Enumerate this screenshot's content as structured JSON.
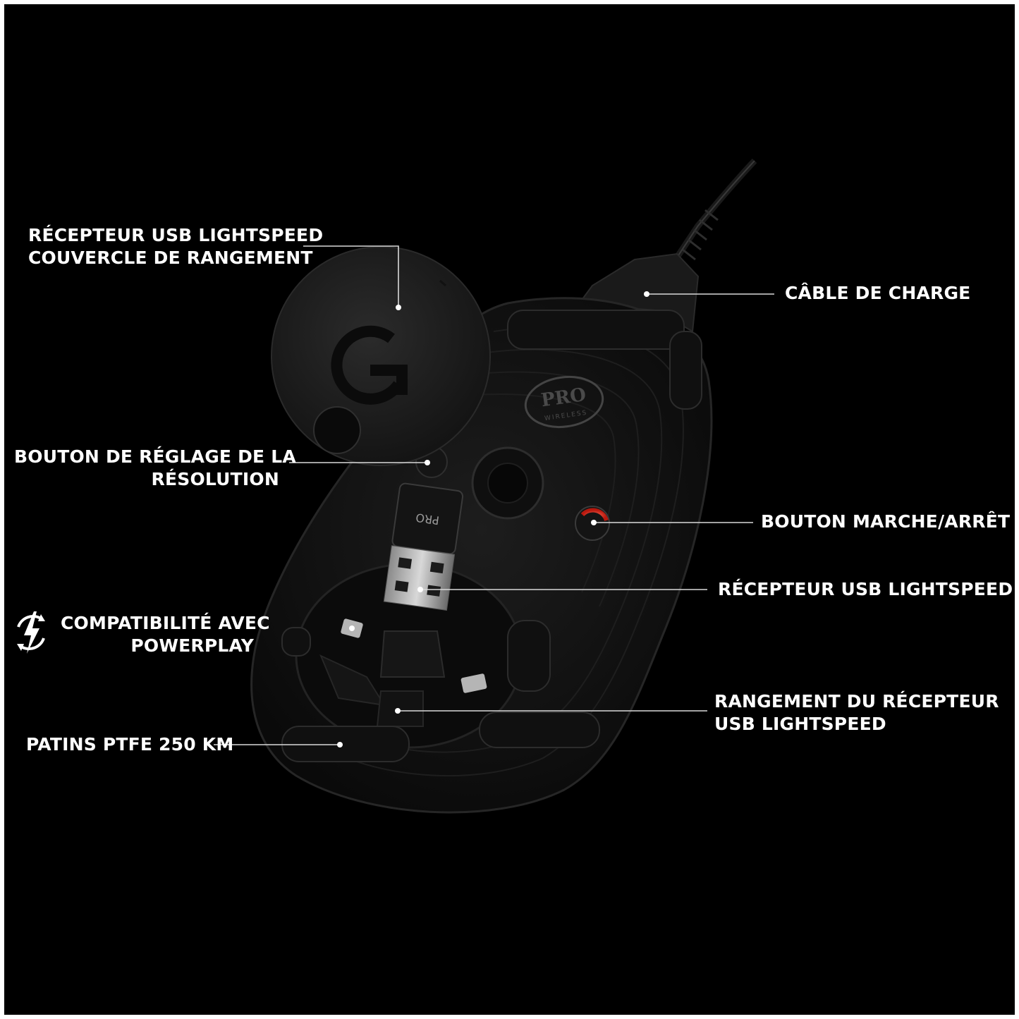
{
  "callouts": {
    "storage_cover": {
      "line1": "RÉCEPTEUR USB LIGHTSPEED",
      "line2": "COUVERCLE DE RANGEMENT"
    },
    "charging_cable": "CÂBLE DE CHARGE",
    "dpi_button": {
      "line1": "BOUTON DE RÉGLAGE DE LA",
      "line2": "RÉSOLUTION"
    },
    "power_button": "BOUTON MARCHE/ARRÊT",
    "usb_receiver": "RÉCEPTEUR USB LIGHTSPEED",
    "powerplay": {
      "line1": "COMPATIBILITÉ AVEC",
      "line2": "POWERPLAY"
    },
    "receiver_storage": {
      "line1": "RANGEMENT DU RÉCEPTEUR",
      "line2": "USB LIGHTSPEED"
    },
    "ptfe_feet": "PATINS PTFE 250 KM"
  },
  "product_marks": {
    "pro_logo": "PRO",
    "pro_subtitle": "WIRELESS",
    "dongle_text": "PRO"
  },
  "icons": {
    "powerplay": "powerplay-lightning-icon",
    "logo": "logitech-g-logo"
  },
  "colors": {
    "background": "#000000",
    "text": "#ffffff",
    "leader_line": "#d9d9d9",
    "power_led": "#e53326"
  }
}
